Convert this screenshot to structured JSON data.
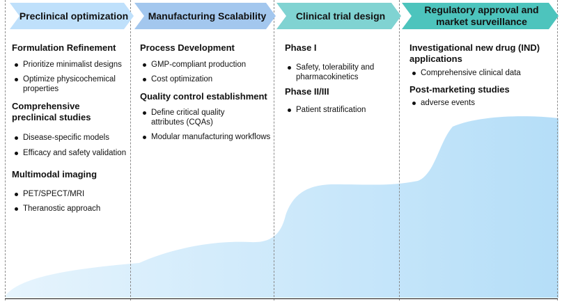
{
  "stages": [
    {
      "title": "Preclinical optimization",
      "color": "#bfe0fb",
      "sections": [
        {
          "heading": "Formulation Refinement",
          "items": [
            "Prioritize minimalist designs",
            "Optimize physicochemical properties"
          ]
        },
        {
          "heading": "Comprehensive preclinical studies",
          "items": [
            "Disease-specific models",
            "Efficacy and safety validation"
          ]
        },
        {
          "heading": "Multimodal imaging",
          "items": [
            "PET/SPECT/MRI",
            "Theranostic approach"
          ]
        }
      ]
    },
    {
      "title": "Manufacturing Scalability",
      "color": "#a3c7ee",
      "sections": [
        {
          "heading": "Process Development",
          "items": [
            "GMP-compliant production",
            "Cost optimization"
          ]
        },
        {
          "heading": "Quality control establishment",
          "items": [
            "Define critical quality attributes (CQAs)",
            "Modular manufacturing workflows"
          ]
        }
      ]
    },
    {
      "title": "Clinical trial design",
      "color": "#80d3d2",
      "sections": [
        {
          "heading": "Phase I",
          "items": [
            "Safety, tolerability and pharmacokinetics"
          ]
        },
        {
          "heading": "Phase II/III",
          "items": [
            "Patient stratification"
          ]
        }
      ]
    },
    {
      "title": "Regulatory approval and market surveillance",
      "color": "#4dc4bd",
      "sections": [
        {
          "heading": "Investigational new drug (IND) applications",
          "items": [
            "Comprehensive clinical data"
          ]
        },
        {
          "heading": "Post-marketing studies",
          "items": [
            "adverse events"
          ]
        }
      ]
    }
  ]
}
